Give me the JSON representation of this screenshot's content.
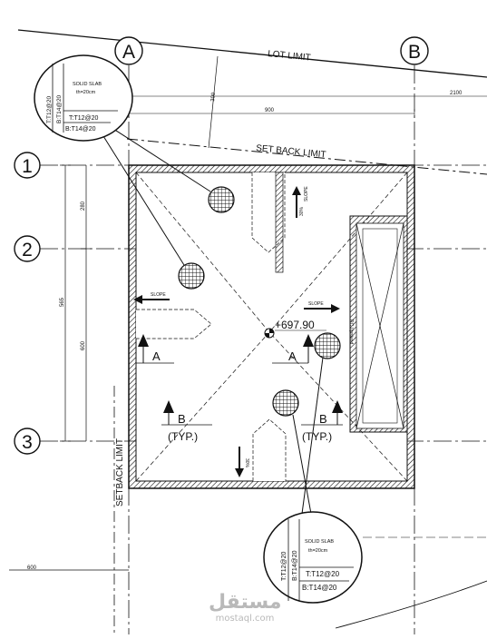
{
  "grid": {
    "columns": [
      "A",
      "B"
    ],
    "rows": [
      "1",
      "2",
      "3"
    ]
  },
  "limits": {
    "lot": "LOT LIMIT",
    "setback_top": "SET BACK LIMIT",
    "setback_left": "SETBACK LIMIT"
  },
  "dimensions": {
    "d300_vertical": "300",
    "d2100": "2100",
    "d900": "900",
    "d280": "280",
    "d565": "565",
    "d600_vertical": "600",
    "d600_bottom": "600"
  },
  "slope": {
    "label": "SLOPE",
    "pct_label": "30%"
  },
  "level": "+697.90",
  "sections": {
    "a": "A",
    "b": "B",
    "typ": "(TYP.)"
  },
  "upstand_label": "RC Upstand",
  "slab_notes": {
    "title": "SOLID SLAB",
    "thickness": "th=20cm",
    "top_a": "T:T12@20",
    "bottom_a": "B:T14@20"
  },
  "watermark": {
    "arabic": "مستقل",
    "latin": "mostaql.com"
  }
}
